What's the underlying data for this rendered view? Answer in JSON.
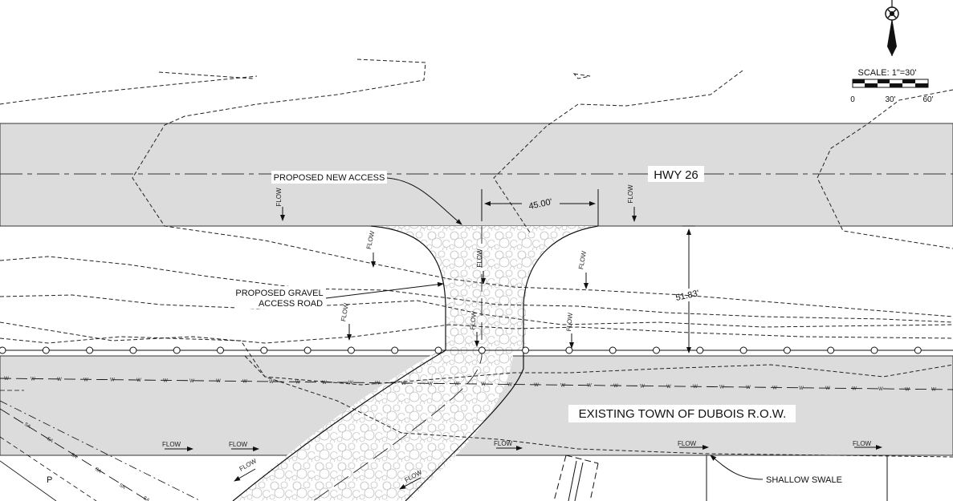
{
  "labels": {
    "highway": "HWY 26",
    "proposed_new_access": "PROPOSED NEW ACCESS",
    "proposed_gravel_line1": "PROPOSED GRAVEL",
    "proposed_gravel_line2": "ACCESS ROAD",
    "existing_row": "EXISTING TOWN OF DUBOIS R.O.W.",
    "shallow_swale": "SHALLOW SWALE",
    "flow": "FLOW",
    "water_line_marker": "W",
    "sewer_marker": "SA",
    "power_marker": "P"
  },
  "dimensions": {
    "access_width": "45.00'",
    "setback": "51.83'"
  },
  "scale": {
    "label": "SCALE: 1\"=30'",
    "ticks": [
      "0",
      "30'",
      "60'"
    ]
  },
  "colors": {
    "row_fill": "#dcdcdc",
    "line": "#1a1a1a",
    "gravel_stroke": "#b9b9b9"
  }
}
